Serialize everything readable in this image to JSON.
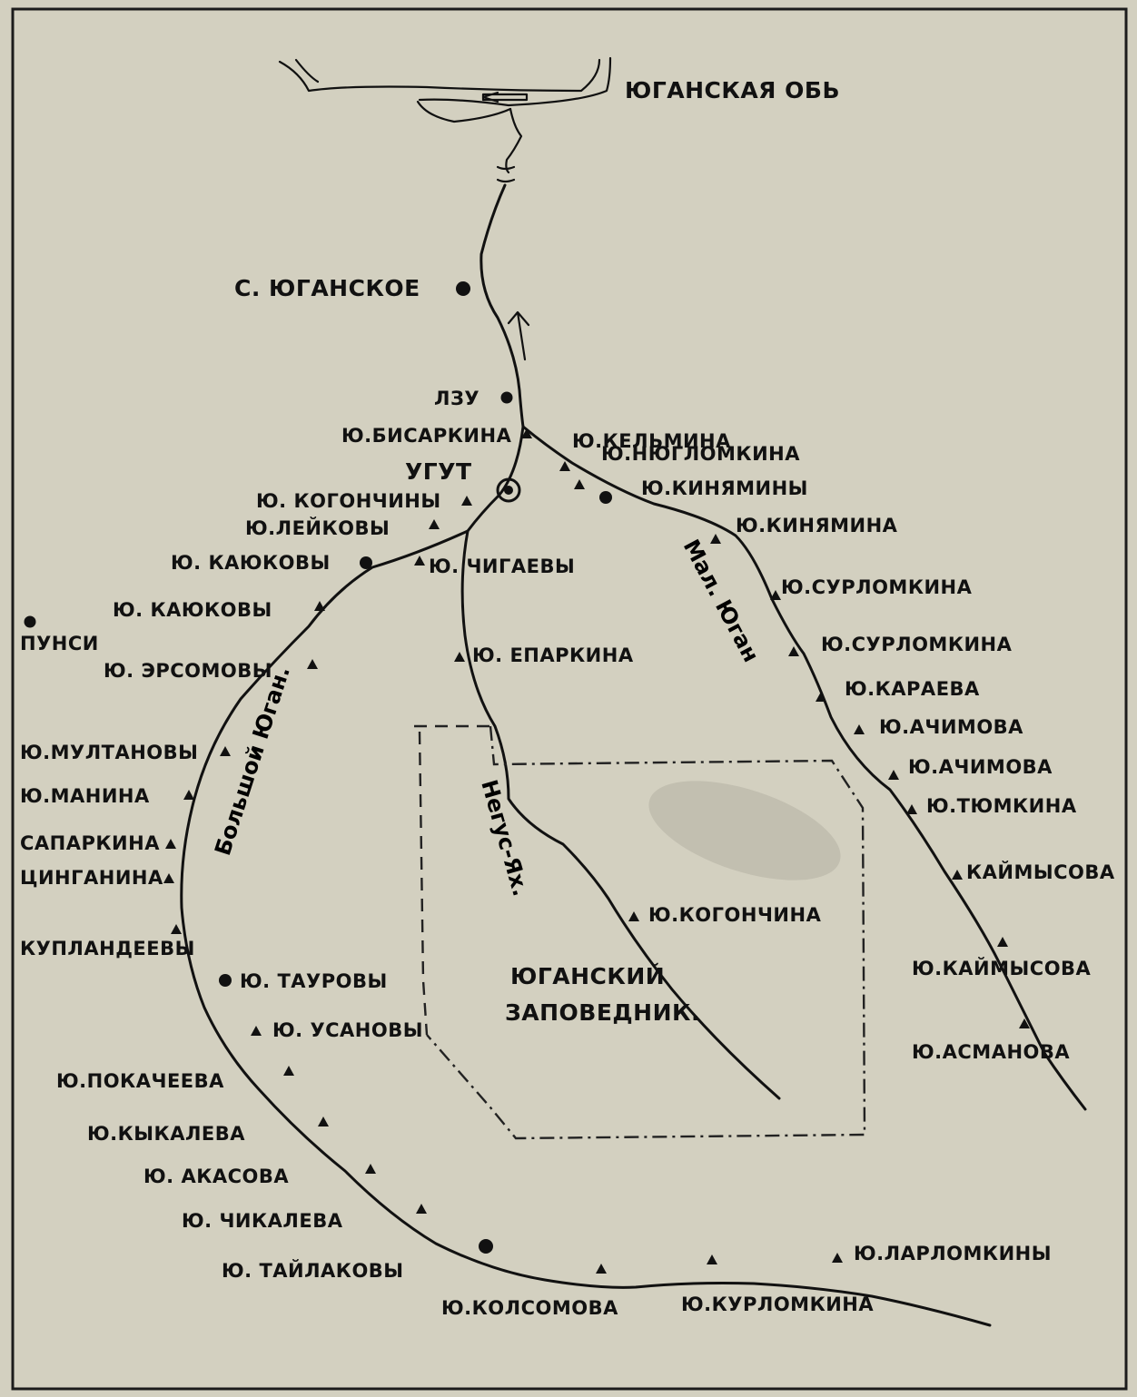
{
  "map": {
    "top_label": "ЮГАНСКАЯ ОБЬ",
    "rivers": {
      "bolshoy": "Большой Юган.",
      "maly": "Мал. Юган",
      "negus": "Негус-Ях."
    },
    "reserve": {
      "line1": "ЮГАНСКИЙ",
      "line2": "ЗАПОВЕДНИК."
    },
    "settlements": {
      "yuganskoe": "С. ЮГАНСКОЕ",
      "lzu": "ЛЗУ",
      "ugut": "УГУТ",
      "punsi": "ПУНСИ"
    },
    "places": [
      "Ю.БИСАРКИНА",
      "Ю. КОГОНЧИНЫ",
      "Ю.ЛЕЙКОВЫ",
      "Ю. КАЮКОВЫ",
      "Ю. КАЮКОВЫ",
      "Ю. ЭРСОМОВЫ",
      "Ю. ЧИГАЕВЫ",
      "Ю. ЕПАРКИНА",
      "Ю.МУЛТАНОВЫ",
      "Ю.МАНИНА",
      "САПАРКИНА",
      "ЦИНГАНИНА",
      "КУПЛАНДЕЕВЫ",
      "Ю. ТАУРОВЫ",
      "Ю. УСАНОВЫ",
      "Ю.ПОКАЧЕЕВА",
      "Ю.КЫКАЛЕВА",
      "Ю. АКАСОВА",
      "Ю. ЧИКАЛЕВА",
      "Ю. ТАЙЛАКОВЫ",
      "Ю.КОЛСОМОВА",
      "Ю.КУРЛОМКИНА",
      "Ю.ЛАРЛОМКИНЫ",
      "Ю.КЕЛЬМИНА",
      "Ю.НЮГЛОМКИНА",
      "Ю.КИНЯМИНЫ",
      "Ю.КИНЯМИНА",
      "Ю.СУРЛОМКИНА",
      "Ю.СУРЛОМКИНА",
      "Ю.КАРАЕВА",
      "Ю.АЧИМОВА",
      "Ю.АЧИМОВА",
      "Ю.ТЮМКИНА",
      "КАЙМЫСОВА",
      "Ю.КАЙМЫСОВА",
      "Ю.АСМАНОВА",
      "Ю.КОГОНЧИНА"
    ]
  }
}
